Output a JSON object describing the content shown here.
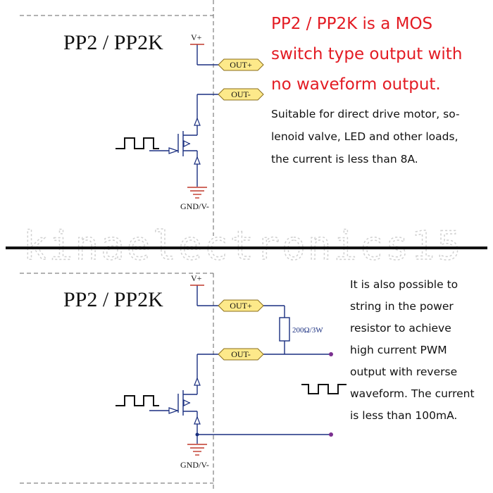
{
  "top": {
    "title": "PP2 / PP2K",
    "red_lines": [
      "PP2 / PP2K is a MOS",
      "switch type output with",
      "no waveform output."
    ],
    "black_lines": [
      "Suitable for direct drive motor, so-",
      "lenoid valve, LED and other loads,",
      "the current is less than 8A."
    ]
  },
  "bottom": {
    "title": "PP2 / PP2K",
    "black_lines": [
      "It is also possible to",
      "string in the power",
      "resistor to achieve",
      "high current PWM",
      "output with reverse",
      "waveform. The current",
      "is less than 100mA."
    ]
  },
  "labels": {
    "vplus": "V+",
    "out_plus": "OUT+",
    "out_minus": "OUT-",
    "gnd": "GND/V-",
    "resistor": "200Ω/3W"
  },
  "watermark": "kinaelectronics15",
  "colors": {
    "red_text": "#e31b23",
    "tag_fill": "#fde98a",
    "circuit_blue": "#1a2f80",
    "terminal": "#7a2f8f"
  }
}
